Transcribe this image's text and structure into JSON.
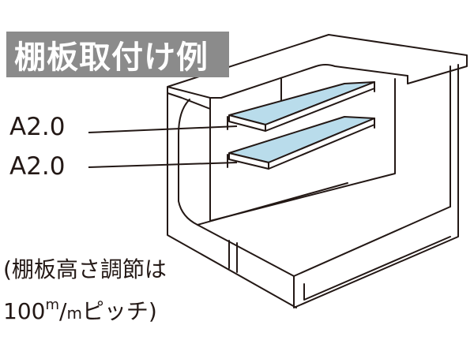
{
  "title": "棚板取付け例",
  "shelf_labels": [
    "A2.0",
    "A2.0"
  ],
  "note": {
    "line1": "(棚板高さ調節は",
    "value": "100",
    "unit_sup": "m",
    "slash": "/",
    "unit_sub": "m",
    "suffix": "ピッチ)"
  },
  "colors": {
    "line": "#231815",
    "shelf_fill": "#b9dceb",
    "title_bg": "#8b8b8b"
  }
}
